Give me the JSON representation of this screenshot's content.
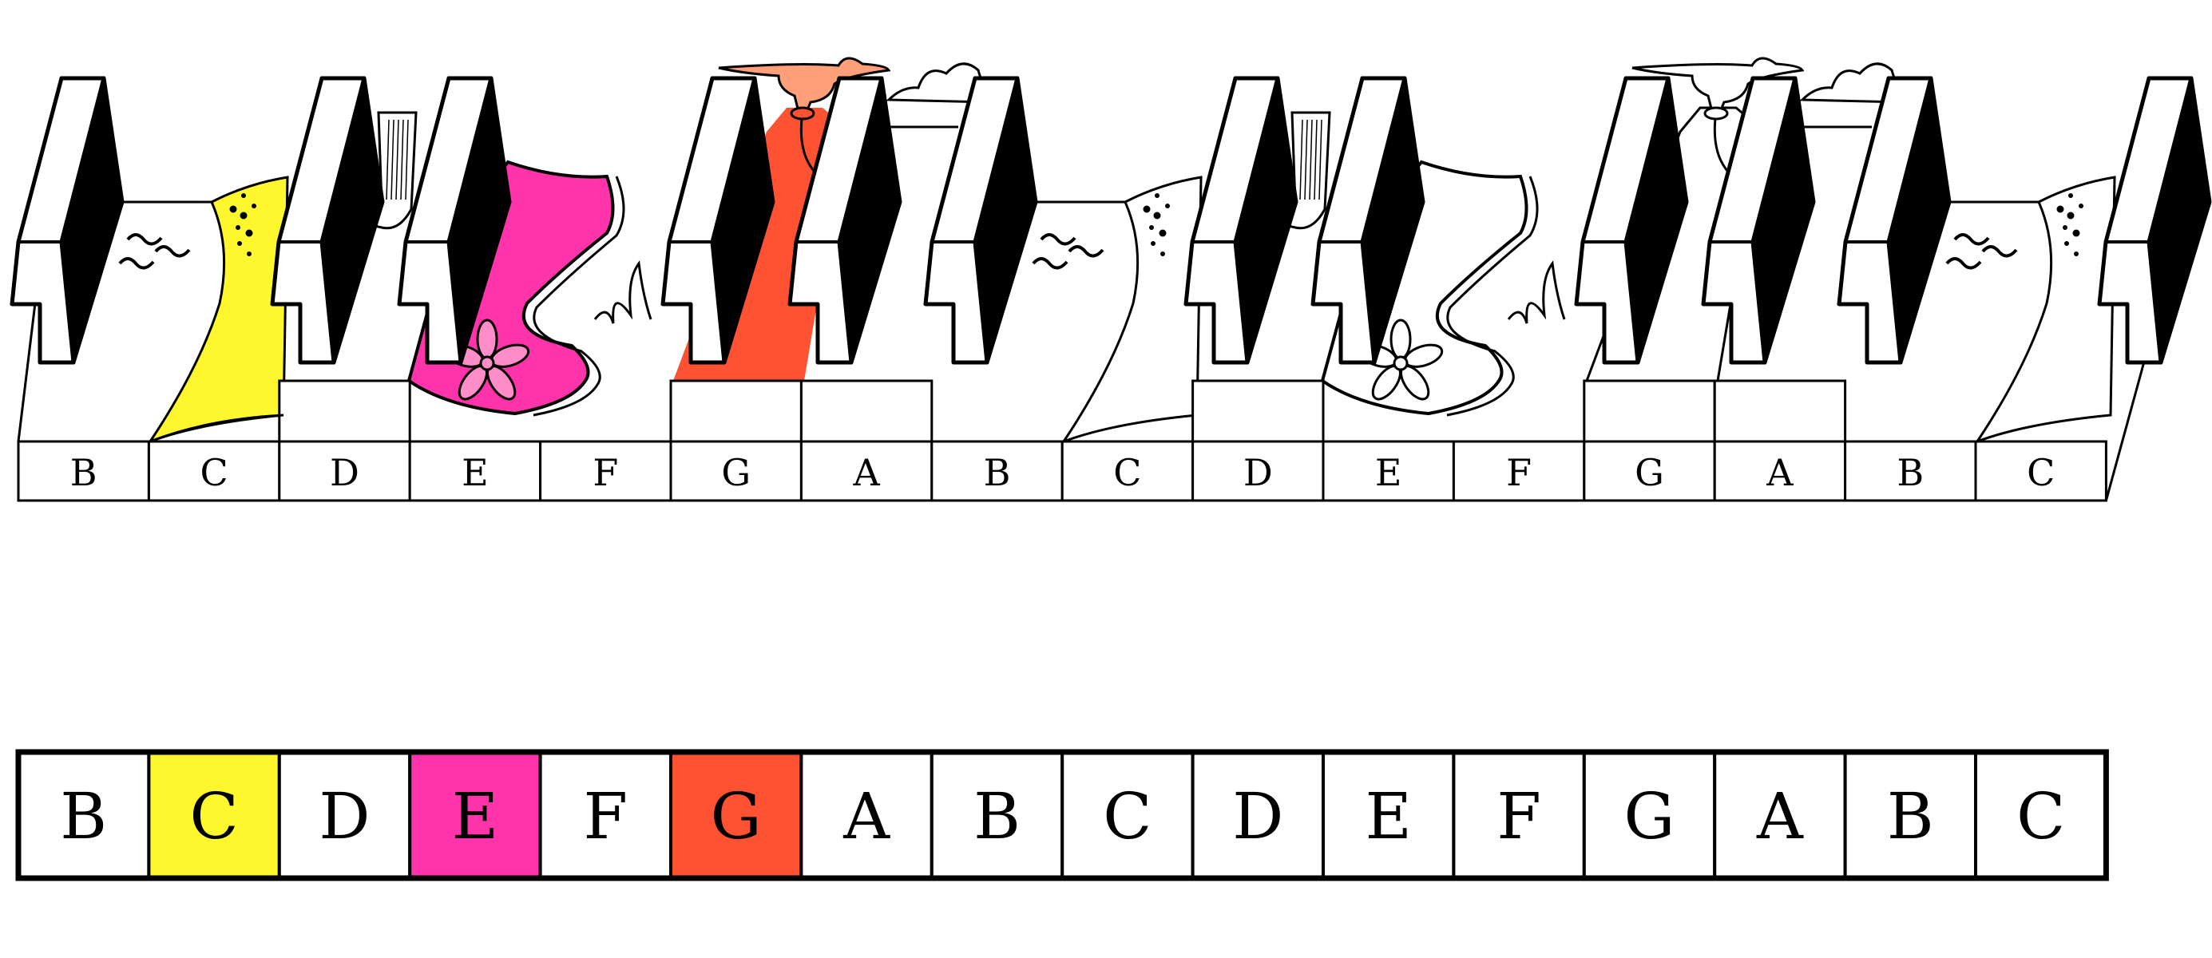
{
  "title": "Piano keyboard with landscape note scene",
  "colors": {
    "C": "#FFF72E",
    "E": "#FF33AA",
    "G": "#FF5233",
    "smoke": "#FFA07A",
    "flower": "#FF8EC8",
    "white": "#FFFFFF",
    "outline": "#000000"
  },
  "keyboard": {
    "labels": [
      "B",
      "C",
      "D",
      "E",
      "F",
      "G",
      "A",
      "B",
      "C",
      "D",
      "E",
      "F",
      "G",
      "A",
      "B",
      "C"
    ]
  },
  "strip": {
    "labels": [
      "B",
      "C",
      "D",
      "E",
      "F",
      "G",
      "A",
      "B",
      "C",
      "D",
      "E",
      "F",
      "G",
      "A",
      "B",
      "C"
    ],
    "highlighted": {
      "1": "C",
      "3": "E",
      "5": "G"
    }
  }
}
